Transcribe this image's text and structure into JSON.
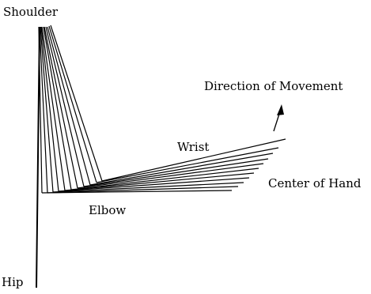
{
  "labels": {
    "shoulder": "Shoulder",
    "hip": "Hip",
    "elbow": "Elbow",
    "wrist": "Wrist",
    "center_of_hand": "Center of Hand",
    "direction": "Direction of Movement"
  },
  "line_color": "#000000",
  "background_color": "#ffffff"
}
